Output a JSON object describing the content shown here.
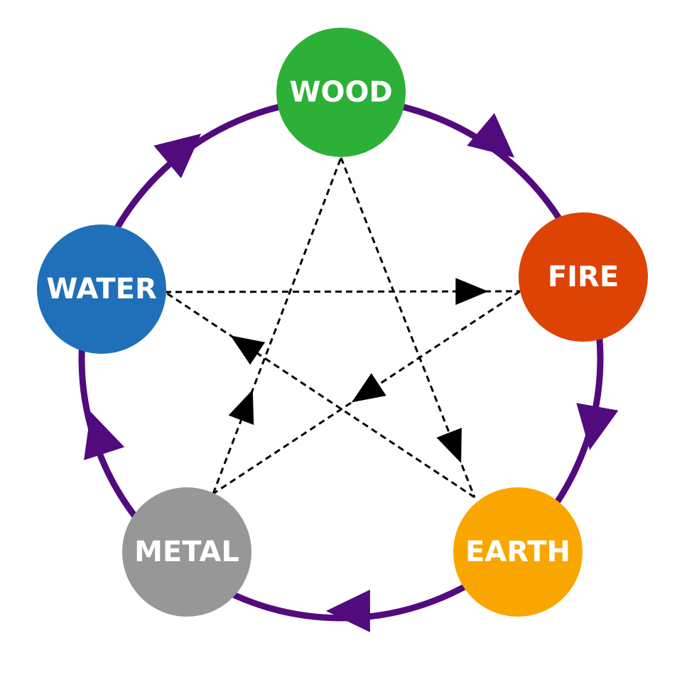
{
  "elements": [
    {
      "id": "wood",
      "label": "WOOD",
      "color": "#2db037"
    },
    {
      "id": "fire",
      "label": "FIRE",
      "color": "#dd4304"
    },
    {
      "id": "earth",
      "label": "EARTH",
      "color": "#f9a700"
    },
    {
      "id": "metal",
      "label": "METAL",
      "color": "#979797"
    },
    {
      "id": "water",
      "label": "WATER",
      "color": "#1f70b9"
    }
  ],
  "generating_cycle": {
    "color": "#520b7c",
    "sequence": [
      "wood",
      "fire",
      "earth",
      "metal",
      "water"
    ]
  },
  "overcoming_cycle": {
    "color": "#000000",
    "line_style": "dashed",
    "edges": [
      {
        "from": "wood",
        "to": "earth"
      },
      {
        "from": "earth",
        "to": "water"
      },
      {
        "from": "water",
        "to": "fire"
      },
      {
        "from": "fire",
        "to": "metal"
      },
      {
        "from": "metal",
        "to": "wood"
      }
    ]
  }
}
